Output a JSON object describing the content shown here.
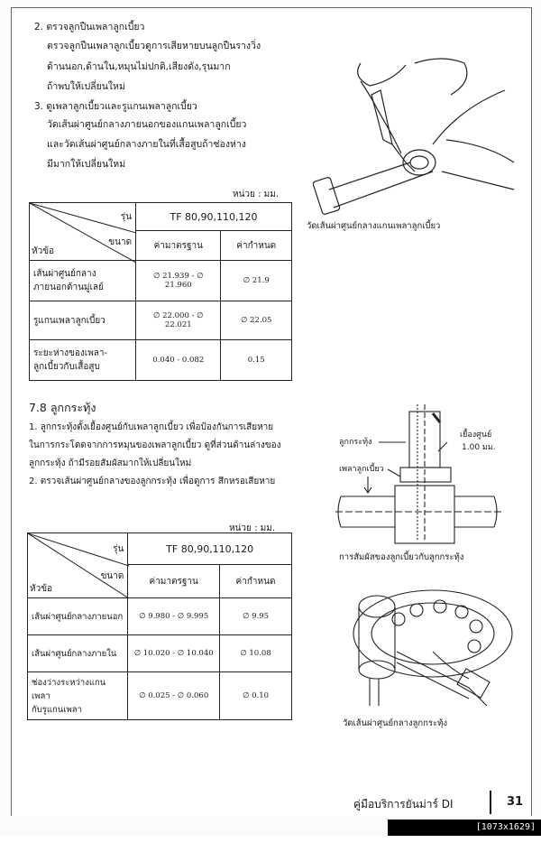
{
  "section1": {
    "item2_title": "2. ตรวจลูกปืนเพลาลูกเบี้ยว",
    "item2_line1": "ตรวจลูกปืนเพลาลูกเบี้ยวดูการเสียหายบนลูกปืนรางวิ่ง",
    "item2_line2": "ด้านนอก,ด้านใน,หมุนไม่ปกติ,เสียงดัง,รุนมาก",
    "item2_line3": "ถ้าพบให้เปลี่ยนใหม่",
    "item3_title": "3. ดูเพลาลูกเบี้ยวและรูแกนเพลาลูกเบี้ยว",
    "item3_line1": "วัดเส้นผ่าศูนย์กลางภายนอกของแกนเพลาลูกเบี้ยว",
    "item3_line2": "และวัดเส้นผ่าศูนย์กลางภายในที่เสื้อสูบถ้าช่องห่าง",
    "item3_line3": "มีมากให้เปลี่ยนใหม่"
  },
  "table1": {
    "unit": "หน่วย  :  มม.",
    "model_label": "รุ่น",
    "size_label": "ขนาด",
    "item_label": "หัวข้อ",
    "model_value": "TF 80,90,110,120",
    "col_standard": "ค่ามาตรฐาน",
    "col_limit": "ค่ากำหนด",
    "rows": [
      {
        "item": "เส้นผ่าศูนย์กลาง\nภายนอกด้านมู่เลย์",
        "standard": "∅ 21.939 - ∅ 21.960",
        "limit": "∅ 21.9"
      },
      {
        "item": "รูแกนเพลาลูกเบี้ยว",
        "standard": "∅ 22.000 - ∅ 22.021",
        "limit": "∅ 22.05"
      },
      {
        "item": "ระยะห่างของเพลา-\nลูกเบี้ยวกับเสื้อสูบ",
        "standard": "0.040 - 0.082",
        "limit": "0.15"
      }
    ]
  },
  "figure1_caption": "วัดเส้นผ่าศูนย์กลางแกนเพลาลูกเบี้ยว",
  "section2": {
    "heading": "7.8 ลูกกระทุ้ง",
    "item1_line1": "1. ลูกกระทุ้งตั้งเยื้องศูนย์กับเพลาลูกเบี้ยว เพื่อป้องกันการเสียหาย",
    "item1_line2": "ในการกระโดดจากการหมุนของเพลาลูกเบี้ยว ดูที่ส่วนด้านล่างของ",
    "item1_line3": "ลูกกระทุ้ง ถ้ามีรอยสัมผัสมากให้เปลี่ยนใหม่",
    "item2_line1": "2. ตรวจเส้นผ่าศูนย์กลางของลูกกระทุ้ง เพื่อดูการ สึกหรอเสียหาย"
  },
  "figure2": {
    "label_tappet": "ลูกกระทุ้ง",
    "label_camshaft": "เพลาลูกเบี้ยว",
    "label_offset": "เยื้องศูนย์",
    "label_offset_value": "1.00  มม.",
    "caption": "การสัมผัสของลูกเบี้ยวกับลูกกระทุ้ง"
  },
  "table2": {
    "unit": "หน่วย  :  มม.",
    "model_label": "รุ่น",
    "size_label": "ขนาด",
    "item_label": "หัวข้อ",
    "model_value": "TF 80,90,110,120",
    "col_standard": "ค่ามาตรฐาน",
    "col_limit": "ค่ากำหนด",
    "rows": [
      {
        "item": "เส้นผ่าศูนย์กลางภายนอก",
        "standard": "∅ 9.980 - ∅ 9.995",
        "limit": "∅ 9.95"
      },
      {
        "item": "เส้นผ่าศูนย์กลางภายใน",
        "standard": "∅ 10.020 - ∅ 10.040",
        "limit": "∅ 10.08"
      },
      {
        "item": "ช่องว่างระหว่างแกนเพลา\nกับรูแกนเพลา",
        "standard": "∅ 0.025 - ∅ 0.060",
        "limit": "∅ 0.10"
      }
    ]
  },
  "figure3_caption": "วัดเส้นผ่าศูนย์กลางลูกกระทุ้ง",
  "footer": {
    "title": "คู่มือบริการยันม่าร์ DI",
    "page": "31",
    "link": "[1073x1629] https://upic.me/"
  }
}
